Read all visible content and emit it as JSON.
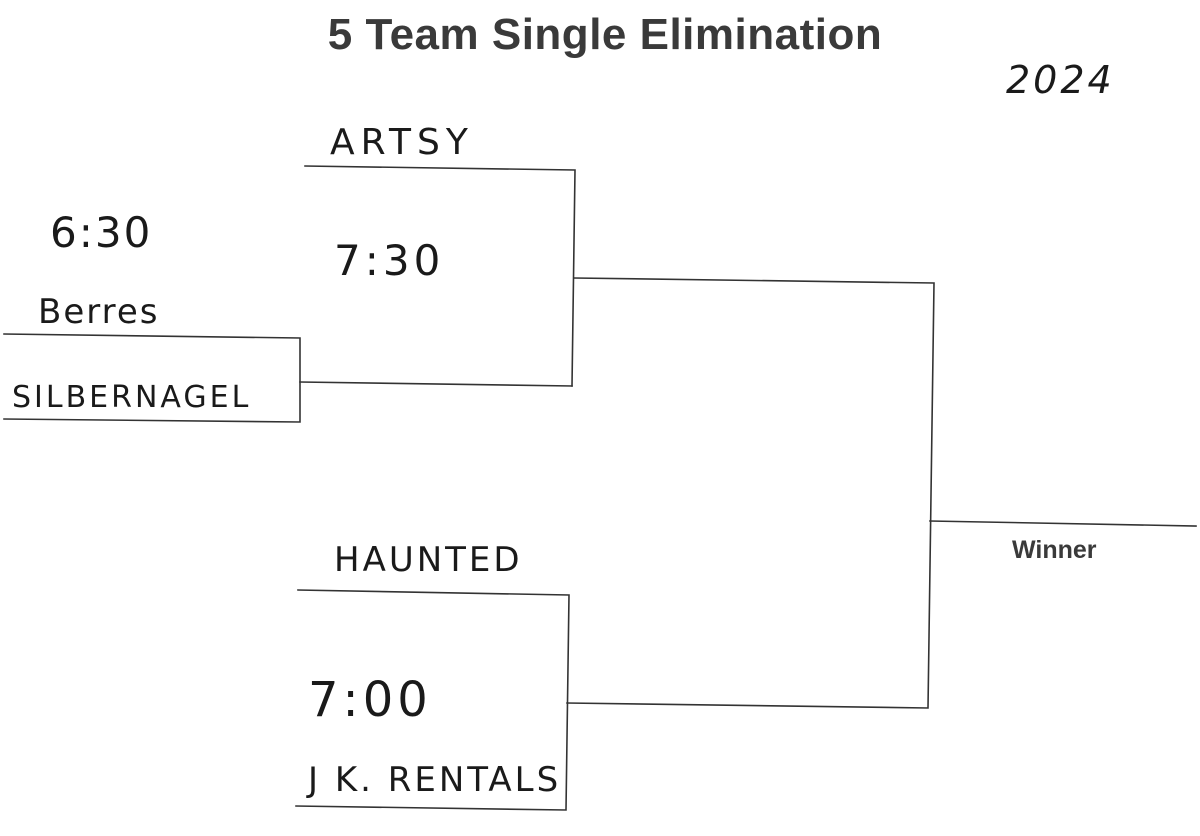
{
  "title": "5 Team Single Elimination",
  "year": "2024",
  "winner_label": "Winner",
  "play_in": {
    "time": "6:30",
    "team_top": "Berres",
    "team_bottom": "SILBERNAGEL"
  },
  "semifinal_top": {
    "team_top": "ARTSY",
    "time": "7:30"
  },
  "semifinal_bottom": {
    "team_top": "HAUNTED",
    "time": "7:00",
    "team_bottom": "J K. RENTALS"
  }
}
